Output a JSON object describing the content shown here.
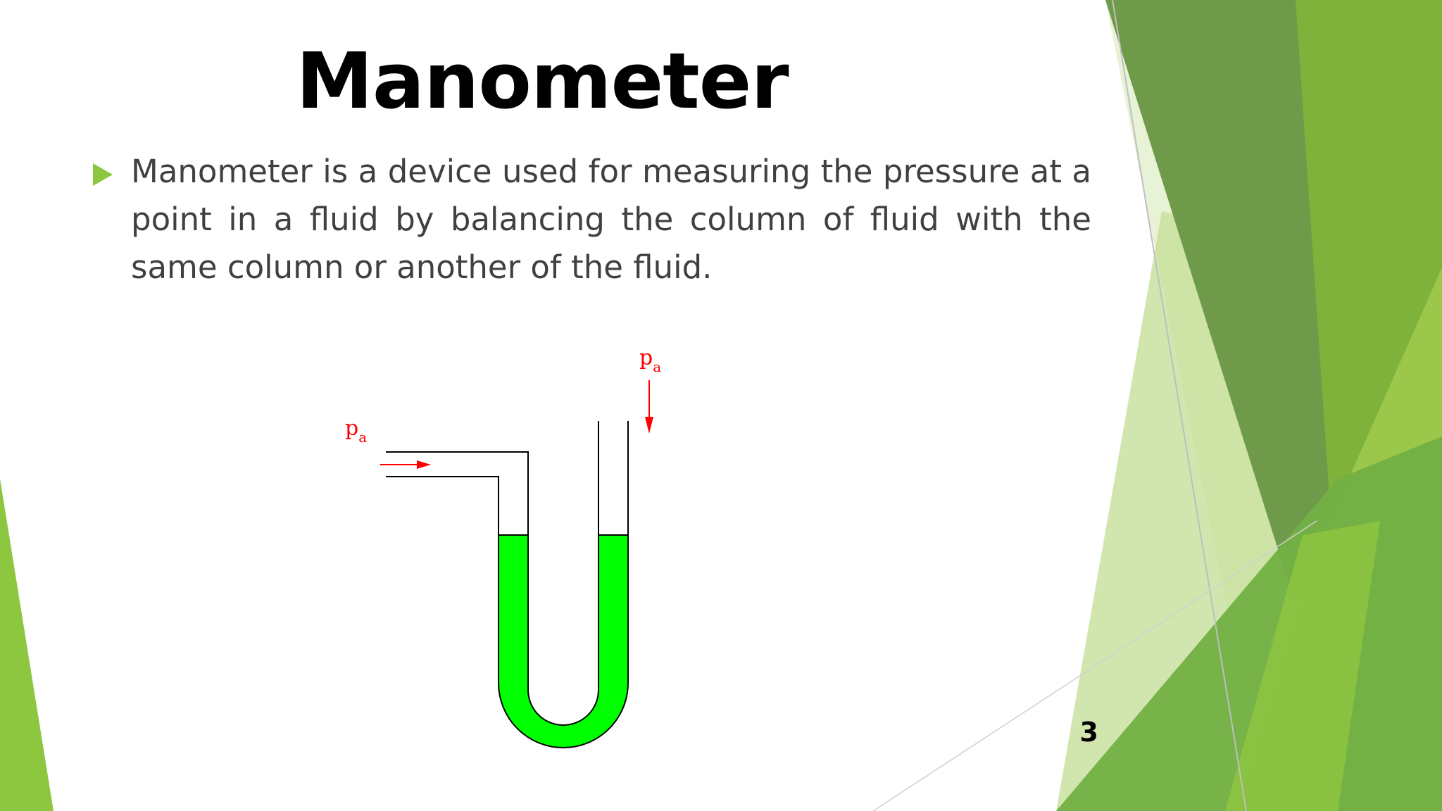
{
  "slide": {
    "title": "Manometer",
    "bullets": [
      "Manometer is a device used for measuring the pressure at a point in a fluid by balancing the column of fluid with the same column or another of the fluid."
    ],
    "page_number": "3"
  },
  "diagram": {
    "left_label": "p",
    "left_label_sub": "a",
    "right_label": "p",
    "right_label_sub": "a",
    "fluid_color": "#00ff00",
    "arrow_color": "#ff0000"
  },
  "theme": {
    "accent": "#8dc63f",
    "text_color": "#404040"
  }
}
